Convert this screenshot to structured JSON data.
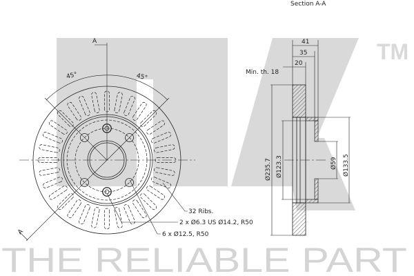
{
  "title": "Section A-A",
  "watermark": {
    "logo": "NK",
    "trademark": "TM",
    "slogan": "THE RELIABLE PART",
    "color": "#d9d9d9"
  },
  "front_view": {
    "section_mark": "A",
    "angle_left": "45°",
    "angle_right": "45°",
    "rib_count": 32,
    "callouts": {
      "ribs": "32 Ribs.",
      "holes": "6 x Ø12.5, R50",
      "threads": "2 x Ø6.3 US Ø14.2, R50"
    }
  },
  "section_view": {
    "dim_41": "41",
    "dim_35": "35",
    "dim_20": "20",
    "min_thickness": "Min. th. 18",
    "outer_diameter": "Ø235.7",
    "inner_diameter": "Ø123.3",
    "center_bore": "Ø59",
    "hat_diameter": "Ø133.5"
  }
}
